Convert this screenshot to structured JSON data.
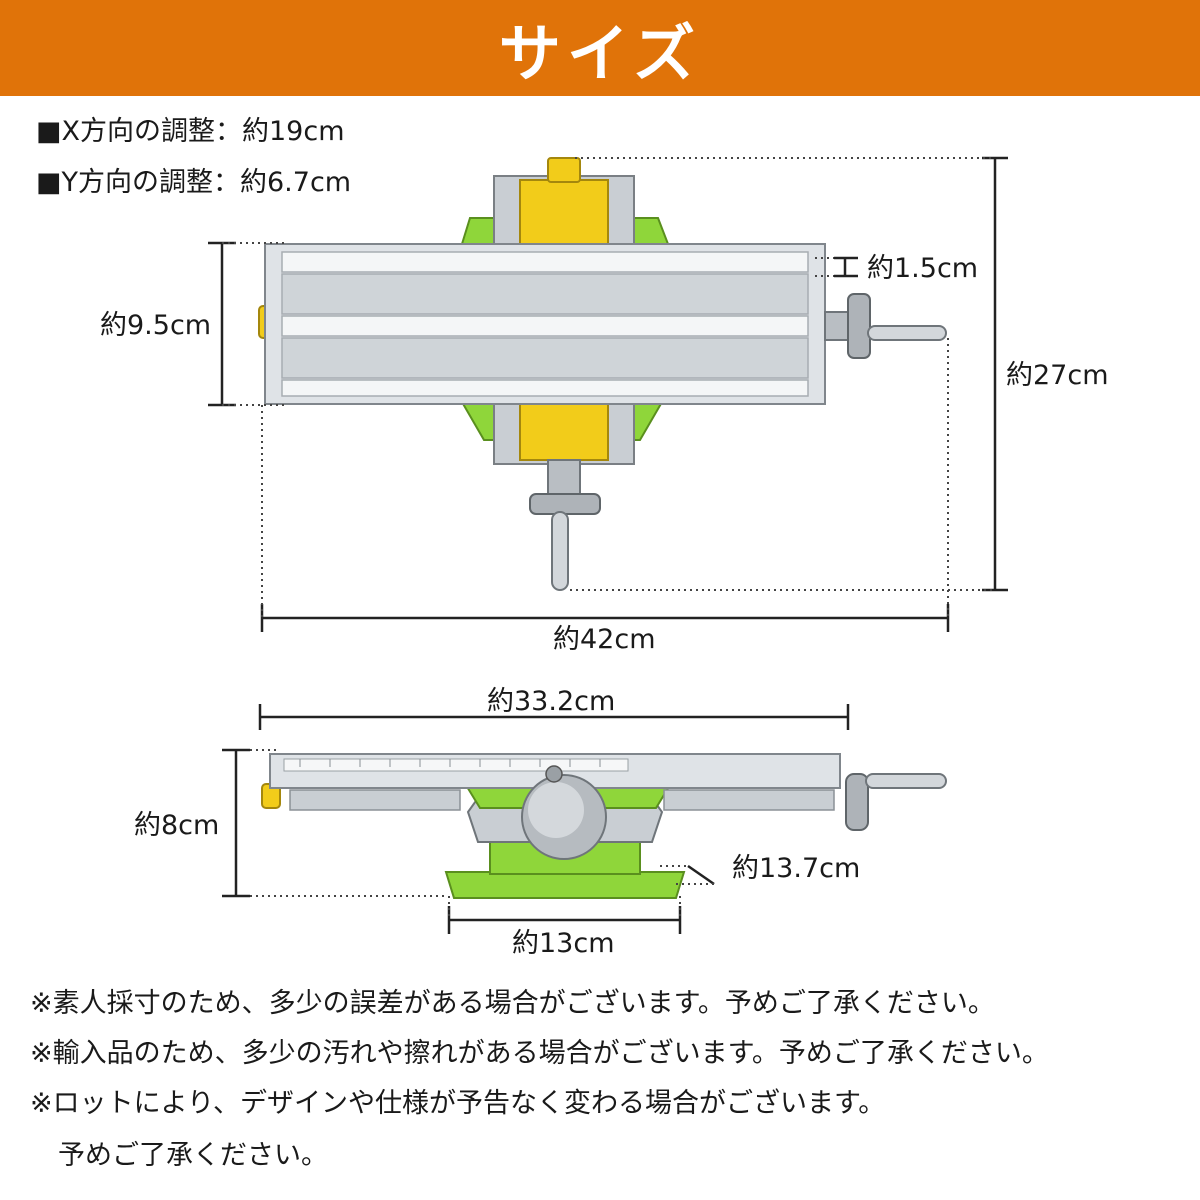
{
  "header": {
    "title": "サイズ"
  },
  "specs": [
    "■X方向の調整：約19cm",
    "■Y方向の調整：約6.7cm"
  ],
  "top_view": {
    "width": "約42cm",
    "height": "約27cm",
    "table_width": "約9.5cm",
    "slot_thickness": "約1.5cm"
  },
  "side_view": {
    "table_length": "約33.2cm",
    "height": "約8cm",
    "base_depth": "約13.7cm",
    "base_width": "約13cm"
  },
  "notes": [
    "※素人採寸のため、多少の誤差がある場合がございます。予めご了承ください。",
    "※輸入品のため、多少の汚れや擦れがある場合がございます。予めご了承ください。",
    "※ロットにより、デザインや仕様が予告なく変わる場合がございます。",
    "予めご了承ください。"
  ],
  "colors": {
    "banner": "#e07309",
    "accent_green": "#8fd63a",
    "accent_yellow": "#f2cc1a",
    "metal": "#c9ced3"
  }
}
